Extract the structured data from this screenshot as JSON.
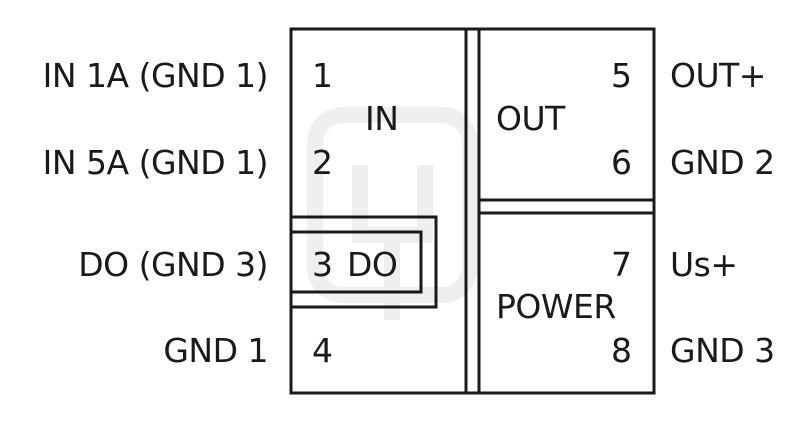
{
  "left_labels": [
    "IN 1A (GND 1)",
    "IN 5A (GND 1)",
    "DO (GND 3)",
    "GND 1"
  ],
  "right_labels": [
    "OUT+",
    "GND 2",
    "Us+",
    "GND 3"
  ],
  "pins": {
    "p1": "1",
    "p2": "2",
    "p3": "3",
    "p4": "4",
    "p5": "5",
    "p6": "6",
    "p7": "7",
    "p8": "8"
  },
  "blocks": {
    "in": "IN",
    "do": "DO",
    "out": "OUT",
    "power": "POWER"
  },
  "colors": {
    "line": "#1a1a1a",
    "background": "#ffffff"
  }
}
